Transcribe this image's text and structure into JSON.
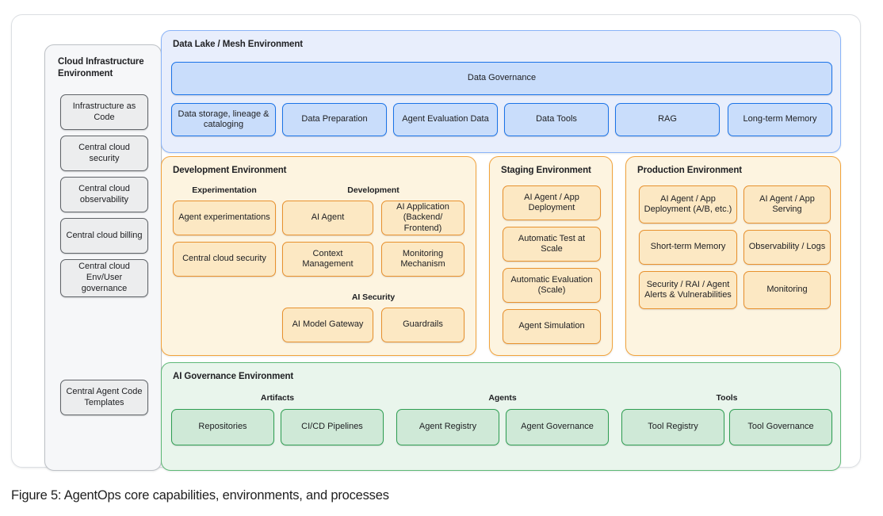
{
  "caption": "Figure 5: AgentOps core capabilities, environments, and processes",
  "colors": {
    "blue_border": "#1a73e8",
    "blue_fill": "#c9ddfb",
    "blue_panel": "#e8eefc",
    "amber_border": "#e8912d",
    "amber_fill": "#fce8c3",
    "amber_panel": "#fdf4e0",
    "green_border": "#2e9e52",
    "green_fill": "#cfe9d7",
    "green_panel": "#e9f5ec",
    "gray_border": "#5f6368",
    "gray_fill": "#ecedee",
    "gray_panel": "#f6f7f9"
  },
  "sidebar": {
    "title": "Cloud Infrastructure Environment",
    "items": [
      {
        "label": "Infrastructure as Code"
      },
      {
        "label": "Central cloud security"
      },
      {
        "label": "Central cloud observability"
      },
      {
        "label": "Central cloud billing"
      },
      {
        "label": "Central cloud Env/User governance"
      },
      {
        "label": "Central Agent Code Templates"
      }
    ]
  },
  "data_lake": {
    "title": "Data Lake / Mesh Environment",
    "governance": "Data Governance",
    "items": [
      {
        "label": "Data storage, lineage & cataloging"
      },
      {
        "label": "Data Preparation"
      },
      {
        "label": "Agent Evaluation Data"
      },
      {
        "label": "Data Tools"
      },
      {
        "label": "RAG"
      },
      {
        "label": "Long-term Memory"
      }
    ]
  },
  "development": {
    "title": "Development Environment",
    "groups": [
      {
        "label": "Experimentation"
      },
      {
        "label": "Development"
      },
      {
        "label": "AI Security"
      }
    ],
    "experimentation": [
      {
        "label": "Agent experimentations"
      },
      {
        "label": "Central cloud security"
      }
    ],
    "development_items": [
      {
        "label": "AI Agent"
      },
      {
        "label": "AI Application (Backend/ Frontend)"
      },
      {
        "label": "Context Management"
      },
      {
        "label": "Monitoring Mechanism"
      }
    ],
    "ai_security": [
      {
        "label": "AI Model Gateway"
      },
      {
        "label": "Guardrails"
      }
    ]
  },
  "staging": {
    "title": "Staging Environment",
    "items": [
      {
        "label": "AI Agent / App Deployment"
      },
      {
        "label": "Automatic Test at Scale"
      },
      {
        "label": "Automatic Evaluation (Scale)"
      },
      {
        "label": "Agent Simulation"
      }
    ]
  },
  "production": {
    "title": "Production Environment",
    "items": [
      {
        "label": "AI Agent / App Deployment (A/B, etc.)"
      },
      {
        "label": "AI Agent / App Serving"
      },
      {
        "label": "Short-term Memory"
      },
      {
        "label": "Observability / Logs"
      },
      {
        "label": "Security / RAI / Agent Alerts & Vulnerabilities"
      },
      {
        "label": "Monitoring"
      }
    ]
  },
  "governance": {
    "title": "AI Governance Environment",
    "groups": [
      {
        "label": "Artifacts"
      },
      {
        "label": "Agents"
      },
      {
        "label": "Tools"
      }
    ],
    "items": [
      {
        "label": "Repositories"
      },
      {
        "label": "CI/CD Pipelines"
      },
      {
        "label": "Agent Registry"
      },
      {
        "label": "Agent Governance"
      },
      {
        "label": "Tool Registry"
      },
      {
        "label": "Tool Governance"
      }
    ]
  }
}
